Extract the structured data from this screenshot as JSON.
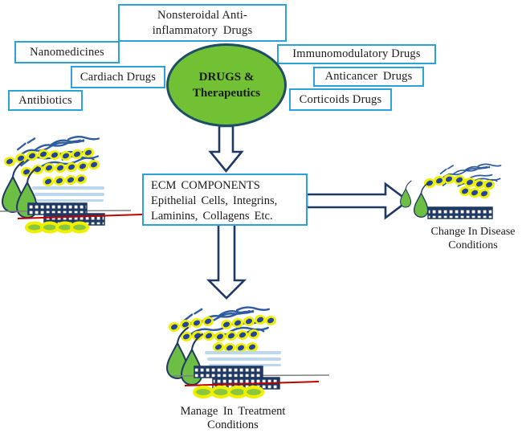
{
  "diagram": {
    "boxes": {
      "nonsteroidal": {
        "line1": "Nonsteroidal Anti-",
        "line2": "inflammatory Drugs"
      },
      "nanomedicines": {
        "label": "Nanomedicines"
      },
      "immunomodulatory": {
        "label": "Immunomodulatory Drugs"
      },
      "cardiach": {
        "label": "Cardiach Drugs"
      },
      "anticancer": {
        "label": "Anticancer Drugs"
      },
      "antibiotics": {
        "label": "Antibiotics"
      },
      "corticoids": {
        "label": "Corticoids Drugs"
      }
    },
    "hub": {
      "line1": "DRUGS &",
      "line2": "Therapeutics"
    },
    "ecm_box": {
      "line1": "ECM COMPONENTS",
      "line2": "Epithelial Cells, Integrins,",
      "line3": "Laminins, Collagens Etc."
    },
    "captions": {
      "disease": {
        "line1": "Change In Disease",
        "line2": "Conditions"
      },
      "treatment": {
        "line1": "Manage In Treatment",
        "line2": "Conditions"
      }
    }
  },
  "illustrations": {
    "left": "ecm-matrix-cells-illustration",
    "right": "ecm-matrix-cells-small-illustration",
    "bottom": "ecm-matrix-cells-treated-illustration"
  },
  "colors": {
    "box-border": "#2BA3D8",
    "navy": "#1F3864",
    "ellipse-fill": "#72C033",
    "ellipse-border": "#1C4F66",
    "fiber-blue": "#2E5B9E",
    "dot-blue": "#2343A0",
    "yellow": "#EFF000",
    "cell-green": "#6CBF44",
    "cell-green2": "#8CC63F",
    "band-blue": "#BDD7EE",
    "gray-line": "#808080",
    "red-line": "#C00000",
    "text": "#1A1A1A"
  }
}
